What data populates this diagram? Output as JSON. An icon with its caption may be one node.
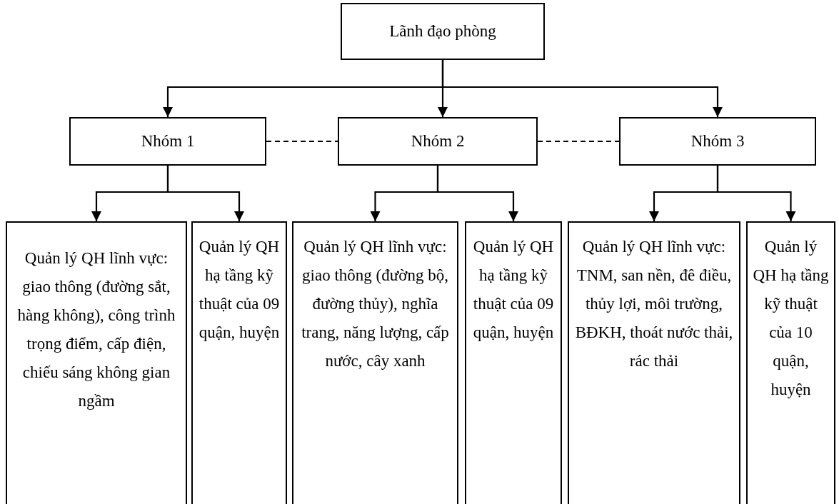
{
  "diagram": {
    "nodes": [
      {
        "text": [
          "Lãnh đạo phòng"
        ]
      },
      {
        "text": [
          "Nhóm 1"
        ]
      },
      {
        "text": [
          "Nhóm 2"
        ]
      },
      {
        "text": [
          "Nhóm 3"
        ]
      },
      {
        "text": [
          "Quản lý QH lĩnh vực: giao thông (đường sắt, hàng không), công trình trọng điểm, cấp điện, chiếu sáng không gian ngầm"
        ]
      },
      {
        "text": [
          "Quản lý QH hạ tầng kỹ thuật của 09 quận, huyện"
        ]
      },
      {
        "text": [
          "Quản lý QH lĩnh vực: giao thông (đường bộ, đường thủy), nghĩa trang, năng lượng, cấp nước, cây xanh"
        ]
      },
      {
        "text": [
          "Quản lý QH hạ tầng kỹ thuật của 09 quận, huyện"
        ]
      },
      {
        "text": [
          "Quản lý QH lĩnh vực: TNM, san nền, đê điều, thủy lợi, môi trường, BĐKH, thoát nước thải, rác thải"
        ]
      },
      {
        "text": [
          "Quản lý QH hạ tầng kỹ thuật của 10 quận, huyện"
        ]
      }
    ],
    "edges": [
      {
        "from": 0,
        "to": 1,
        "arrow": "to"
      },
      {
        "from": 0,
        "to": 2,
        "arrow": "to"
      },
      {
        "from": 0,
        "to": 3,
        "arrow": "to"
      },
      {
        "from": 1,
        "to": 2,
        "arrow": "none",
        "style": "dashed"
      },
      {
        "from": 2,
        "to": 3,
        "arrow": "none",
        "style": "dashed"
      },
      {
        "from": 1,
        "to": 4,
        "arrow": "to"
      },
      {
        "from": 1,
        "to": 5,
        "arrow": "to"
      },
      {
        "from": 2,
        "to": 6,
        "arrow": "to"
      },
      {
        "from": 2,
        "to": 7,
        "arrow": "to"
      },
      {
        "from": 3,
        "to": 8,
        "arrow": "to"
      },
      {
        "from": 3,
        "to": 9,
        "arrow": "to"
      }
    ]
  }
}
